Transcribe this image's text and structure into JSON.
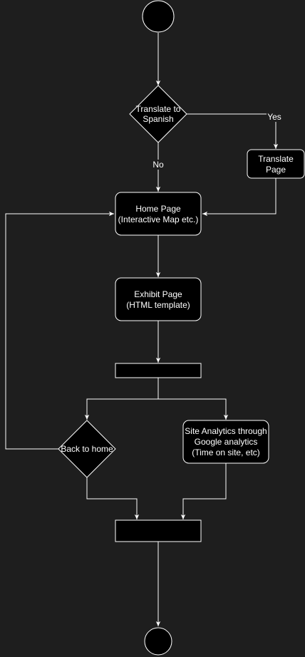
{
  "diagram": {
    "nodes": {
      "start": {
        "type": "start"
      },
      "translate_decision": {
        "type": "decision",
        "lines": [
          "Translate to",
          "Spanish"
        ]
      },
      "translate_page": {
        "type": "action",
        "lines": [
          "Translate",
          "Page"
        ]
      },
      "home_page": {
        "type": "action",
        "lines": [
          "Home Page",
          "(Interactive Map etc.)"
        ]
      },
      "exhibit_page": {
        "type": "action",
        "lines": [
          "Exhibit Page",
          "(HTML template)"
        ]
      },
      "fork_bar": {
        "type": "fork"
      },
      "back_home_decision": {
        "type": "decision",
        "lines": [
          "Back to home"
        ]
      },
      "site_analytics": {
        "type": "action",
        "lines": [
          "Site Analytics through",
          "Google analytics",
          "(Time on site, etc)"
        ]
      },
      "join_bar": {
        "type": "join"
      },
      "end": {
        "type": "end"
      }
    },
    "edge_labels": {
      "yes": "Yes",
      "no": "No"
    },
    "colors": {
      "background": "#1e1e1e",
      "node_fill": "#000000",
      "stroke": "#ffffff",
      "text": "#ffffff"
    }
  }
}
